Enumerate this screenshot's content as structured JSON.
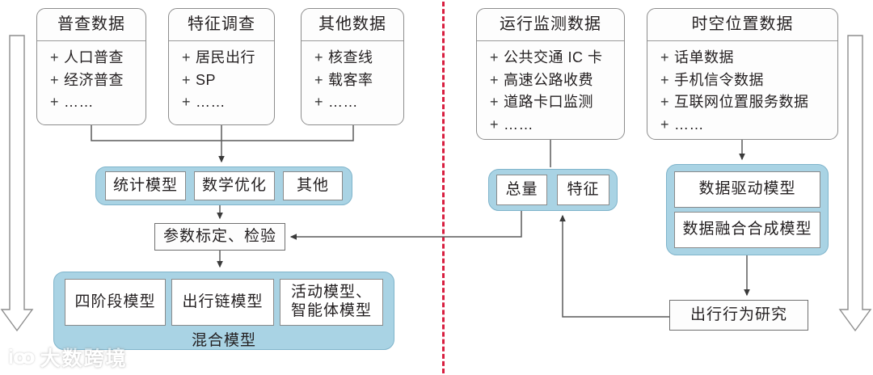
{
  "figure": {
    "kind": "flowchart",
    "divider": {
      "name": "red-dashed-divider",
      "color": "#d81e3f",
      "style": "dashed-vertical"
    },
    "palette": {
      "group_fill": "#a9d3e4",
      "group_border": "#7fb4cb",
      "box_fill": "#fdfdfd",
      "box_border": "#6f6f6f",
      "text": "#231f20",
      "accent_red": "#d81e3f"
    }
  },
  "left_panel": {
    "sources": [
      {
        "title": "普查数据",
        "items": [
          "人口普查",
          "经济普查",
          "……"
        ]
      },
      {
        "title": "特征调查",
        "items": [
          "居民出行",
          "SP",
          "……"
        ]
      },
      {
        "title": "其他数据",
        "items": [
          "核查线",
          "载客率",
          "……"
        ]
      }
    ],
    "method_group": {
      "chips": [
        "统计模型",
        "数学优化",
        "其他"
      ]
    },
    "calibration": "参数标定、检验",
    "model_group": {
      "chips": [
        "四阶段模型",
        "出行链模型",
        "活动模型、\n智能体模型"
      ],
      "chips_line1": [
        "四阶段模型",
        "出行链模型",
        "活动模型、"
      ],
      "chips_line2": [
        "",
        "",
        "智能体模型"
      ],
      "caption": "混合模型"
    }
  },
  "right_panel": {
    "sources": [
      {
        "title": "运行监测数据",
        "items": [
          "公共交通 IC 卡",
          "高速公路收费",
          "道路卡口监测",
          "……"
        ]
      },
      {
        "title": "时空位置数据",
        "items": [
          "话单数据",
          "手机信令数据",
          "互联网位置服务数据",
          "……"
        ]
      }
    ],
    "aggregate_group": {
      "chips": [
        "总量",
        "特征"
      ]
    },
    "model_group": {
      "chips": [
        "数据驱动模型",
        "数据融合合成模型"
      ]
    },
    "outcome": "出行行为研究"
  },
  "edge_arrows": {
    "left_big_arrow": "down-block-arrow",
    "right_big_arrow": "down-block-arrow"
  },
  "watermark": {
    "mark": "iꝏ",
    "text": "大数跨境"
  }
}
